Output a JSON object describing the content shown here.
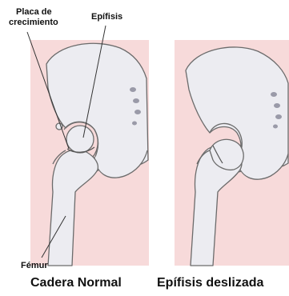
{
  "labels": {
    "growth_plate_line1": "Placa de",
    "growth_plate_line2": "crecimiento",
    "epiphysis": "Epífisis",
    "femur": "Fémur"
  },
  "captions": {
    "normal": "Cadera Normal",
    "slipped": "Epífisis deslizada"
  },
  "colors": {
    "panel_background": "#f7dada",
    "bone_fill": "#ececf1",
    "bone_outline": "#6b6b6b",
    "text": "#111111"
  }
}
